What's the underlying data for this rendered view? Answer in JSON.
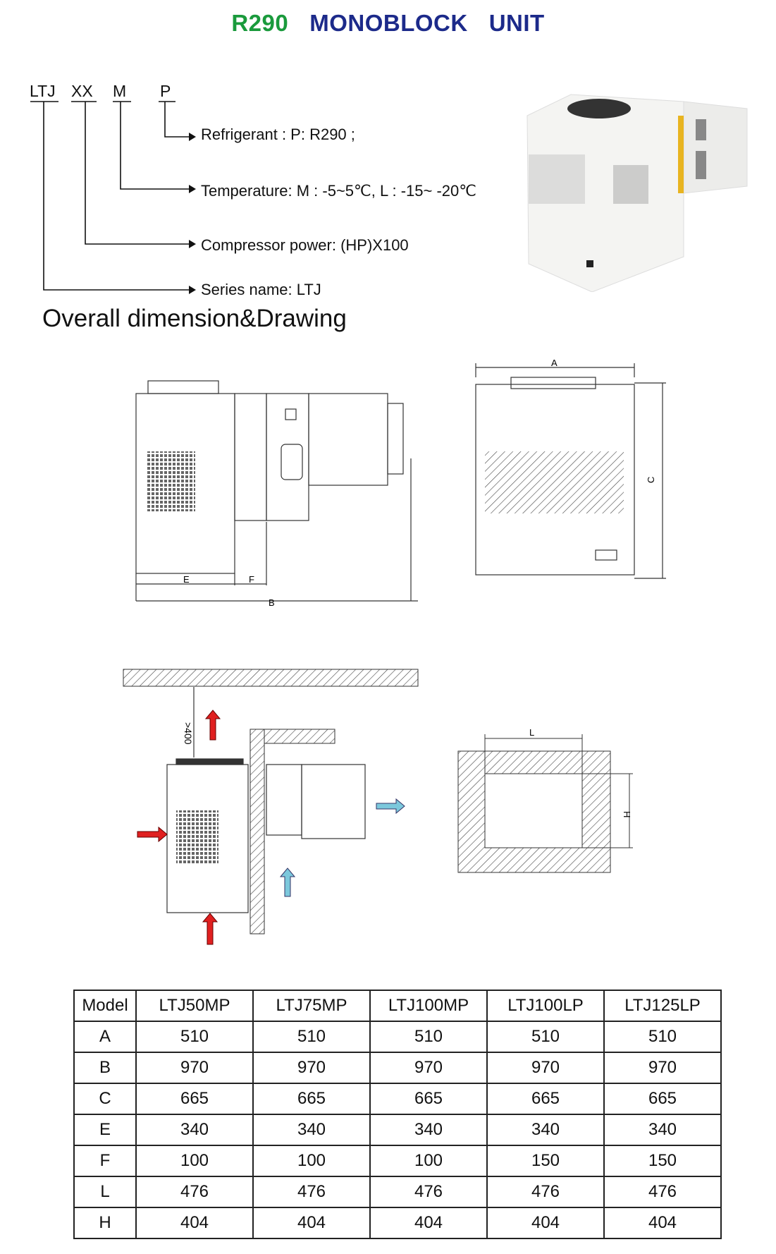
{
  "title": {
    "refrigerant": "R290",
    "word1": "MONOBLOCK",
    "word2": "UNIT",
    "colors": {
      "green": "#1a9a3c",
      "blue": "#1c2a8a"
    }
  },
  "code_parts": [
    "LTJ",
    "XX",
    "M",
    "P"
  ],
  "legend": {
    "refrigerant": "Refrigerant : P: R290 ;",
    "temperature": "Temperature: M : -5~5℃, L : -15~ -20℃",
    "compressor": "Compressor power: (HP)X100",
    "series": "Series name: LTJ"
  },
  "section_title": "Overall dimension&Drawing",
  "drawing_labels": {
    "A": "A",
    "B": "B",
    "C": "C",
    "E": "E",
    "F": "F",
    "L": "L",
    "H": "H",
    "clearance": ">400"
  },
  "table": {
    "header": [
      "Model",
      "LTJ50MP",
      "LTJ75MP",
      "LTJ100MP",
      "LTJ100LP",
      "LTJ125LP"
    ],
    "rows": [
      [
        "A",
        "510",
        "510",
        "510",
        "510",
        "510"
      ],
      [
        "B",
        "970",
        "970",
        "970",
        "970",
        "970"
      ],
      [
        "C",
        "665",
        "665",
        "665",
        "665",
        "665"
      ],
      [
        "E",
        "340",
        "340",
        "340",
        "340",
        "340"
      ],
      [
        "F",
        "100",
        "100",
        "100",
        "150",
        "150"
      ],
      [
        "L",
        "476",
        "476",
        "476",
        "476",
        "476"
      ],
      [
        "H",
        "404",
        "404",
        "404",
        "404",
        "404"
      ]
    ]
  }
}
